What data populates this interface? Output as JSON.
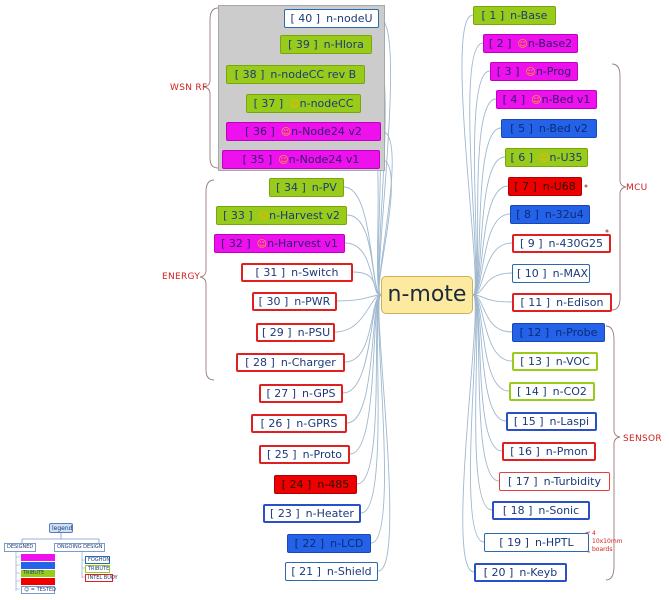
{
  "center": {
    "label": "n-mote"
  },
  "groups": {
    "wsn": "WSN RF",
    "mcu": "MCU",
    "energy": "ENERGY",
    "sensor": "SENSOR"
  },
  "note": {
    "line1": "4",
    "line2": "10x10mm",
    "line3": "boards"
  },
  "colors": {
    "green": "#99cc1a",
    "magenta": "#ee11ee",
    "blue": "#2462e8",
    "red": "#ee0000",
    "center": "#fdeaa0",
    "link": "#9fb8cf"
  },
  "left_nodes": [
    {
      "num": "[ 40 ]",
      "name": "n-nodeU",
      "style": "white",
      "smiley": false
    },
    {
      "num": "[ 39 ]",
      "name": "n-Hlora",
      "style": "green",
      "smiley": false
    },
    {
      "num": "[ 38 ]",
      "name": "n-nodeCC rev B",
      "style": "green",
      "smiley": false
    },
    {
      "num": "[ 37 ]",
      "name": "n-nodeCC",
      "style": "green",
      "smiley": true
    },
    {
      "num": "[ 36 ]",
      "name": "n-Node24 v2",
      "style": "magenta",
      "smiley": true
    },
    {
      "num": "[ 35 ]",
      "name": "n-Node24 v1",
      "style": "magenta",
      "smiley": true
    },
    {
      "num": "[ 34 ]",
      "name": "n-PV",
      "style": "green",
      "smiley": false
    },
    {
      "num": "[ 33 ]",
      "name": "n-Harvest v2",
      "style": "green",
      "smiley": true
    },
    {
      "num": "[ 32 ]",
      "name": "n-Harvest v1",
      "style": "magenta",
      "smiley": true
    },
    {
      "num": "[ 31 ]",
      "name": "n-Switch",
      "style": "redline",
      "smiley": false
    },
    {
      "num": "[ 30 ]",
      "name": "n-PWR",
      "style": "redline",
      "smiley": false
    },
    {
      "num": "[ 29 ]",
      "name": "n-PSU",
      "style": "redline",
      "smiley": false
    },
    {
      "num": "[ 28 ]",
      "name": "n-Charger",
      "style": "redline",
      "smiley": false
    },
    {
      "num": "[ 27 ]",
      "name": "n-GPS",
      "style": "redline",
      "smiley": false
    },
    {
      "num": "[ 26 ]",
      "name": "n-GPRS",
      "style": "redline",
      "smiley": false
    },
    {
      "num": "[ 25 ]",
      "name": "n-Proto",
      "style": "redline",
      "smiley": false
    },
    {
      "num": "[ 24 ]",
      "name": "n-485",
      "style": "red",
      "smiley": false
    },
    {
      "num": "[ 23 ]",
      "name": "n-Heater",
      "style": "blueline",
      "smiley": false
    },
    {
      "num": "[ 22 ]",
      "name": "n-LCD",
      "style": "blue",
      "smiley": false
    },
    {
      "num": "[ 21 ]",
      "name": "n-Shield",
      "style": "white",
      "smiley": false
    }
  ],
  "right_nodes": [
    {
      "num": "[ 1 ]",
      "name": "n-Base",
      "style": "green",
      "smiley": false
    },
    {
      "num": "[ 2 ]",
      "name": "n-Base2",
      "style": "magenta",
      "smiley": true
    },
    {
      "num": "[ 3 ]",
      "name": "n-Prog",
      "style": "magenta",
      "smiley": true
    },
    {
      "num": "[ 4 ]",
      "name": "n-Bed v1",
      "style": "magenta",
      "smiley": true
    },
    {
      "num": "[ 5 ]",
      "name": "n-Bed v2",
      "style": "blue",
      "smiley": false
    },
    {
      "num": "[ 6 ]",
      "name": "n-U35",
      "style": "green",
      "smiley": true
    },
    {
      "num": "[ 7 ]",
      "name": "n-U68",
      "style": "red",
      "smiley": false
    },
    {
      "num": "[ 8 ]",
      "name": "n-32u4",
      "style": "blue",
      "smiley": false
    },
    {
      "num": "[ 9 ]",
      "name": "n-430G25",
      "style": "redline",
      "smiley": false
    },
    {
      "num": "[ 10 ]",
      "name": "n-MAX",
      "style": "white",
      "smiley": false
    },
    {
      "num": "[ 11 ]",
      "name": "n-Edison",
      "style": "redline",
      "smiley": false
    },
    {
      "num": "[ 12 ]",
      "name": "n-Probe",
      "style": "blue",
      "smiley": false
    },
    {
      "num": "[ 13 ]",
      "name": "n-VOC",
      "style": "greenline",
      "smiley": false
    },
    {
      "num": "[ 14 ]",
      "name": "n-CO2",
      "style": "greenline",
      "smiley": false
    },
    {
      "num": "[ 15 ]",
      "name": "n-Laspi",
      "style": "blueline",
      "smiley": false
    },
    {
      "num": "[ 16 ]",
      "name": "n-Pmon",
      "style": "redline",
      "smiley": false
    },
    {
      "num": "[ 17 ]",
      "name": "n-Turbidity",
      "style": "thinred",
      "smiley": false
    },
    {
      "num": "[ 18 ]",
      "name": "n-Sonic",
      "style": "blueline",
      "smiley": false
    },
    {
      "num": "[ 19 ]",
      "name": "n-HPTL",
      "style": "white",
      "smiley": false
    },
    {
      "num": "[ 20 ]",
      "name": "n-Keyb",
      "style": "blueline",
      "smiley": false
    }
  ],
  "legend": {
    "title": "legend",
    "designed": "DESIGNED",
    "ongoing": "ONGOING DESIGN",
    "designed_items": [
      "",
      "",
      "TRIBUTE",
      "",
      "☺ = TESTED"
    ],
    "ongoing_items": [
      "FOGHON",
      "TRIBUTE",
      "INTEL BUOY"
    ]
  }
}
